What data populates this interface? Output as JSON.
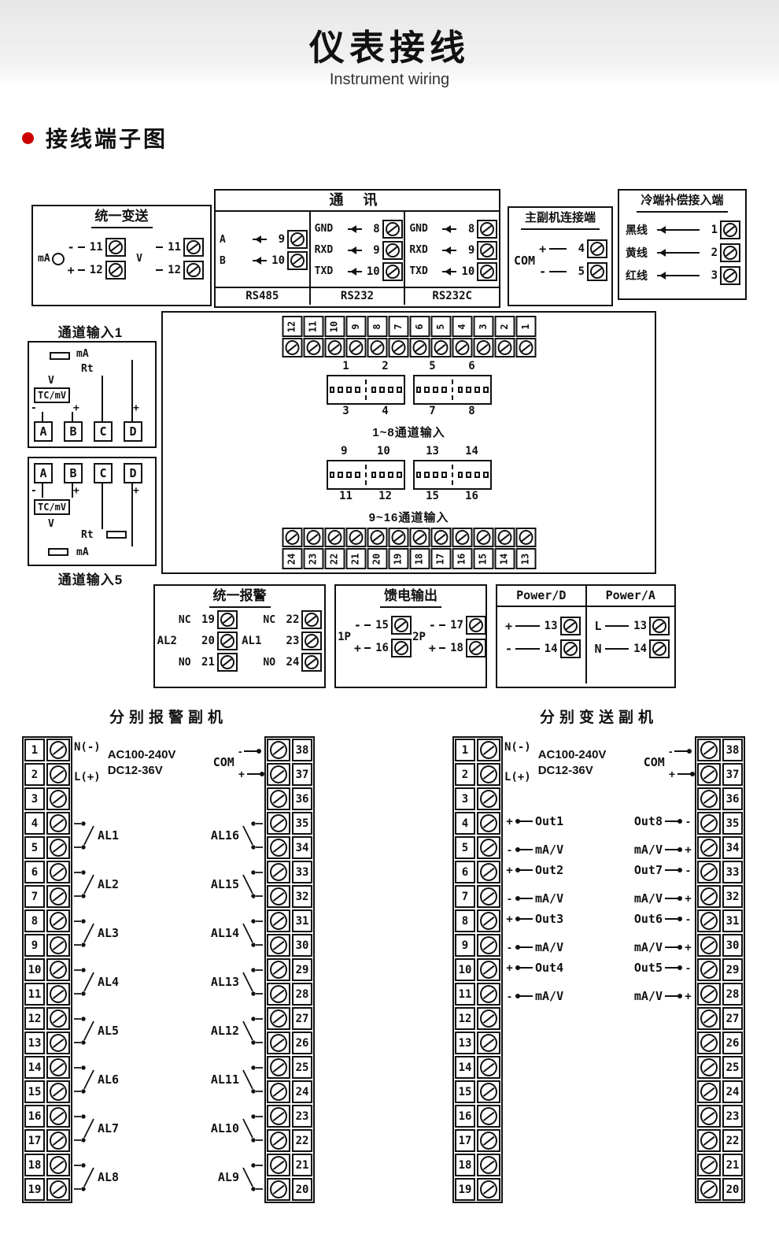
{
  "header": {
    "title": "仪表接线",
    "subtitle": "Instrument wiring"
  },
  "section_title": "接线端子图",
  "transmit": {
    "title": "统一变送",
    "left_label": "mA",
    "right_label": "V",
    "left_rows": [
      {
        "sign": "-",
        "num": "11"
      },
      {
        "sign": "+",
        "num": "12"
      }
    ],
    "right_rows": [
      {
        "sign": "",
        "num": "11"
      },
      {
        "sign": "",
        "num": "12"
      }
    ]
  },
  "comm": {
    "title": "通 讯",
    "groups": [
      {
        "name": "RS485",
        "rows": [
          {
            "label": "A",
            "num": "9"
          },
          {
            "label": "B",
            "num": "10"
          }
        ]
      },
      {
        "name": "RS232",
        "rows": [
          {
            "label": "GND",
            "num": "8"
          },
          {
            "label": "RXD",
            "num": "9"
          },
          {
            "label": "TXD",
            "num": "10"
          }
        ]
      },
      {
        "name": "RS232C",
        "rows": [
          {
            "label": "GND",
            "num": "8"
          },
          {
            "label": "RXD",
            "num": "9"
          },
          {
            "label": "TXD",
            "num": "10"
          }
        ]
      }
    ]
  },
  "master": {
    "title": "主副机连接端",
    "com": "COM",
    "rows": [
      {
        "sign": "+",
        "num": "4"
      },
      {
        "sign": "-",
        "num": "5"
      }
    ]
  },
  "cold": {
    "title": "冷端补偿接入端",
    "rows": [
      {
        "label": "黑线",
        "num": "1"
      },
      {
        "label": "黄线",
        "num": "2"
      },
      {
        "label": "红线",
        "num": "3"
      }
    ]
  },
  "channel1": {
    "title": "通道输入1",
    "labels": {
      "ma": "mA",
      "rt": "Rt",
      "v": "V",
      "tc": "TC/mV"
    },
    "plus": "+",
    "minus": "-",
    "terminals": [
      "A",
      "B",
      "C",
      "D"
    ]
  },
  "channel5": {
    "title": "通道输入5",
    "labels": {
      "ma": "mA",
      "rt": "Rt",
      "v": "V",
      "tc": "TC/mV"
    },
    "plus": "+",
    "minus": "-",
    "terminals": [
      "A",
      "B",
      "C",
      "D"
    ]
  },
  "center": {
    "top_strip": [
      "12",
      "11",
      "10",
      "9",
      "8",
      "7",
      "6",
      "5",
      "4",
      "3",
      "2",
      "1"
    ],
    "bottom_strip": [
      "24",
      "23",
      "22",
      "21",
      "20",
      "19",
      "18",
      "17",
      "16",
      "15",
      "14",
      "13"
    ],
    "groups": [
      {
        "caption": "1~8通道输入",
        "boxes": [
          {
            "top": [
              "1",
              "2"
            ],
            "bottom": [
              "3",
              "4"
            ]
          },
          {
            "top": [
              "5",
              "6"
            ],
            "bottom": [
              "7",
              "8"
            ]
          }
        ]
      },
      {
        "caption": "9~16通道输入",
        "boxes": [
          {
            "top": [
              "9",
              "10"
            ],
            "bottom": [
              "11",
              "12"
            ]
          },
          {
            "top": [
              "13",
              "14"
            ],
            "bottom": [
              "15",
              "16"
            ]
          }
        ]
      }
    ]
  },
  "alarm": {
    "title": "统一报警",
    "groups": [
      {
        "name": "AL2",
        "rows": [
          {
            "tag": "NC",
            "num": "19"
          },
          {
            "tag": "",
            "num": "20"
          },
          {
            "tag": "NO",
            "num": "21"
          }
        ]
      },
      {
        "name": "AL1",
        "rows": [
          {
            "tag": "NC",
            "num": "22"
          },
          {
            "tag": "",
            "num": "23"
          },
          {
            "tag": "NO",
            "num": "24"
          }
        ]
      }
    ]
  },
  "feed": {
    "title": "馈电输出",
    "groups": [
      {
        "name": "1P",
        "rows": [
          {
            "sign": "-",
            "num": "15"
          },
          {
            "sign": "+",
            "num": "16"
          }
        ]
      },
      {
        "name": "2P",
        "rows": [
          {
            "sign": "-",
            "num": "17"
          },
          {
            "sign": "+",
            "num": "18"
          }
        ]
      }
    ]
  },
  "power": {
    "cols": [
      {
        "title": "Power/D",
        "rows": [
          {
            "sign": "+",
            "num": "13"
          },
          {
            "sign": "-",
            "num": "14"
          }
        ]
      },
      {
        "title": "Power/A",
        "rows": [
          {
            "sign": "L",
            "num": "13"
          },
          {
            "sign": "N",
            "num": "14"
          }
        ]
      }
    ]
  },
  "alarm_slave": {
    "title": "分别报警副机",
    "type": "alarm",
    "left_terminals": [
      "1",
      "2",
      "3",
      "4",
      "5",
      "6",
      "7",
      "8",
      "9",
      "10",
      "11",
      "12",
      "13",
      "14",
      "15",
      "16",
      "17",
      "18",
      "19"
    ],
    "right_terminals": [
      "38",
      "37",
      "36",
      "35",
      "34",
      "33",
      "32",
      "31",
      "30",
      "29",
      "28",
      "27",
      "26",
      "25",
      "24",
      "23",
      "22",
      "21",
      "20"
    ],
    "power_note": {
      "n": "N(-)",
      "l": "L(+)",
      "line1": "AC100-240V",
      "line2": "DC12-36V"
    },
    "com_note": {
      "label": "COM",
      "minus": "-",
      "plus": "+"
    },
    "left_groups": [
      {
        "label": "AL1",
        "row": 4
      },
      {
        "label": "AL2",
        "row": 6
      },
      {
        "label": "AL3",
        "row": 8
      },
      {
        "label": "AL4",
        "row": 10
      },
      {
        "label": "AL5",
        "row": 12
      },
      {
        "label": "AL6",
        "row": 14
      },
      {
        "label": "AL7",
        "row": 16
      },
      {
        "label": "AL8",
        "row": 18
      }
    ],
    "right_groups": [
      {
        "label": "AL16",
        "row": 4
      },
      {
        "label": "AL15",
        "row": 6
      },
      {
        "label": "AL14",
        "row": 8
      },
      {
        "label": "AL13",
        "row": 10
      },
      {
        "label": "AL12",
        "row": 12
      },
      {
        "label": "AL11",
        "row": 14
      },
      {
        "label": "AL10",
        "row": 16
      },
      {
        "label": "AL9",
        "row": 18
      }
    ]
  },
  "transmit_slave": {
    "title": "分别变送副机",
    "type": "transmit",
    "left_terminals": [
      "1",
      "2",
      "3",
      "4",
      "5",
      "6",
      "7",
      "8",
      "9",
      "10",
      "11",
      "12",
      "13",
      "14",
      "15",
      "16",
      "17",
      "18",
      "19"
    ],
    "right_terminals": [
      "38",
      "37",
      "36",
      "35",
      "34",
      "33",
      "32",
      "31",
      "30",
      "29",
      "28",
      "27",
      "26",
      "25",
      "24",
      "23",
      "22",
      "21",
      "20"
    ],
    "power_note": {
      "n": "N(-)",
      "l": "L(+)",
      "line1": "AC100-240V",
      "line2": "DC12-36V"
    },
    "com_note": {
      "label": "COM",
      "minus": "-",
      "plus": "+"
    },
    "left_groups": [
      {
        "label": "Out1",
        "sub": "mA/V",
        "sign_top": "+",
        "sign_bottom": "-",
        "row": 4
      },
      {
        "label": "Out2",
        "sub": "mA/V",
        "sign_top": "+",
        "sign_bottom": "-",
        "row": 6
      },
      {
        "label": "Out3",
        "sub": "mA/V",
        "sign_top": "+",
        "sign_bottom": "-",
        "row": 8
      },
      {
        "label": "Out4",
        "sub": "mA/V",
        "sign_top": "+",
        "sign_bottom": "-",
        "row": 10
      }
    ],
    "right_groups": [
      {
        "label": "Out8",
        "sub": "mA/V",
        "sign_top": "-",
        "sign_bottom": "+",
        "row": 4
      },
      {
        "label": "Out7",
        "sub": "mA/V",
        "sign_top": "-",
        "sign_bottom": "+",
        "row": 6
      },
      {
        "label": "Out6",
        "sub": "mA/V",
        "sign_top": "-",
        "sign_bottom": "+",
        "row": 8
      },
      {
        "label": "Out5",
        "sub": "mA/V",
        "sign_top": "-",
        "sign_bottom": "+",
        "row": 10
      }
    ]
  }
}
